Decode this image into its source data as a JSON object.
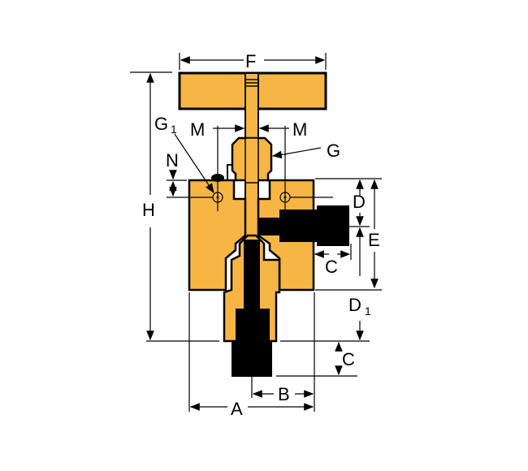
{
  "diagram": {
    "title": "Valve dimension drawing",
    "colors": {
      "body": "#F7B643",
      "outline": "#000000",
      "fitting": "#000000"
    },
    "labels": {
      "F": "F",
      "M_left": "M",
      "M_right": "M",
      "G1_main": "G",
      "G1_sub": "1",
      "G": "G",
      "N": "N",
      "H": "H",
      "D": "D",
      "E": "E",
      "C_side": "C",
      "D1_main": "D",
      "D1_sub": "1",
      "C_bottom": "C",
      "B": "B",
      "A": "A"
    }
  }
}
